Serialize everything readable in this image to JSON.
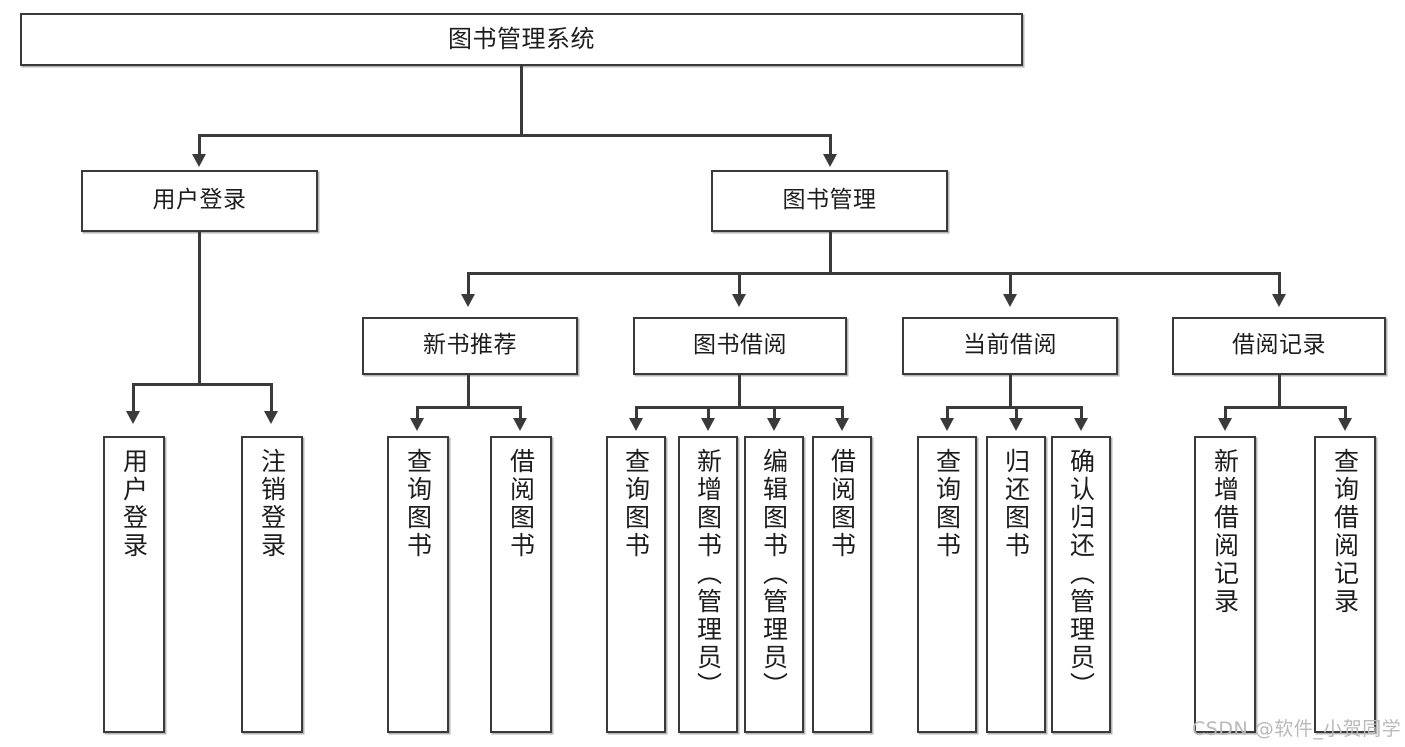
{
  "diagram": {
    "type": "tree-hierarchy",
    "title": "图书管理系统",
    "watermark": "CSDN @软件_小贺同学",
    "colors": {
      "box_border": "#3a3a3a",
      "box_fill": "#ffffff",
      "connector": "#3a3a3a",
      "text": "#1d1d1d",
      "watermark": "#b9b9b9",
      "background": "#ffffff"
    },
    "levels": {
      "level1": "系统",
      "level2": "模块",
      "level3": "子模块",
      "level4": "功能"
    }
  },
  "nodes": {
    "root": {
      "label": "图书管理系统"
    },
    "level2": [
      {
        "id": "user-login",
        "label": "用户登录"
      },
      {
        "id": "book-manage",
        "label": "图书管理"
      }
    ],
    "level3": [
      {
        "id": "new-book-recommend",
        "label": "新书推荐"
      },
      {
        "id": "book-borrow",
        "label": "图书借阅"
      },
      {
        "id": "current-borrow",
        "label": "当前借阅"
      },
      {
        "id": "borrow-record",
        "label": "借阅记录"
      }
    ],
    "leaves": {
      "user-login": [
        {
          "id": "leaf-user-login",
          "label": "用户登录"
        },
        {
          "id": "leaf-logout",
          "label": "注销登录"
        }
      ],
      "new-book-recommend": [
        {
          "id": "leaf-query-book-1",
          "label": "查询图书"
        },
        {
          "id": "leaf-borrow-book-1",
          "label": "借阅图书"
        }
      ],
      "book-borrow": [
        {
          "id": "leaf-query-book-2",
          "label": "查询图书"
        },
        {
          "id": "leaf-add-book",
          "label": "新增图书（管理员）"
        },
        {
          "id": "leaf-edit-book",
          "label": "编辑图书（管理员）"
        },
        {
          "id": "leaf-borrow-book-2",
          "label": "借阅图书"
        }
      ],
      "current-borrow": [
        {
          "id": "leaf-query-book-3",
          "label": "查询图书"
        },
        {
          "id": "leaf-return-book",
          "label": "归还图书"
        },
        {
          "id": "leaf-confirm-return",
          "label": "确认归还（管理员）"
        }
      ],
      "borrow-record": [
        {
          "id": "leaf-add-record",
          "label": "新增借阅记录"
        },
        {
          "id": "leaf-query-record",
          "label": "查询借阅记录"
        }
      ]
    }
  }
}
